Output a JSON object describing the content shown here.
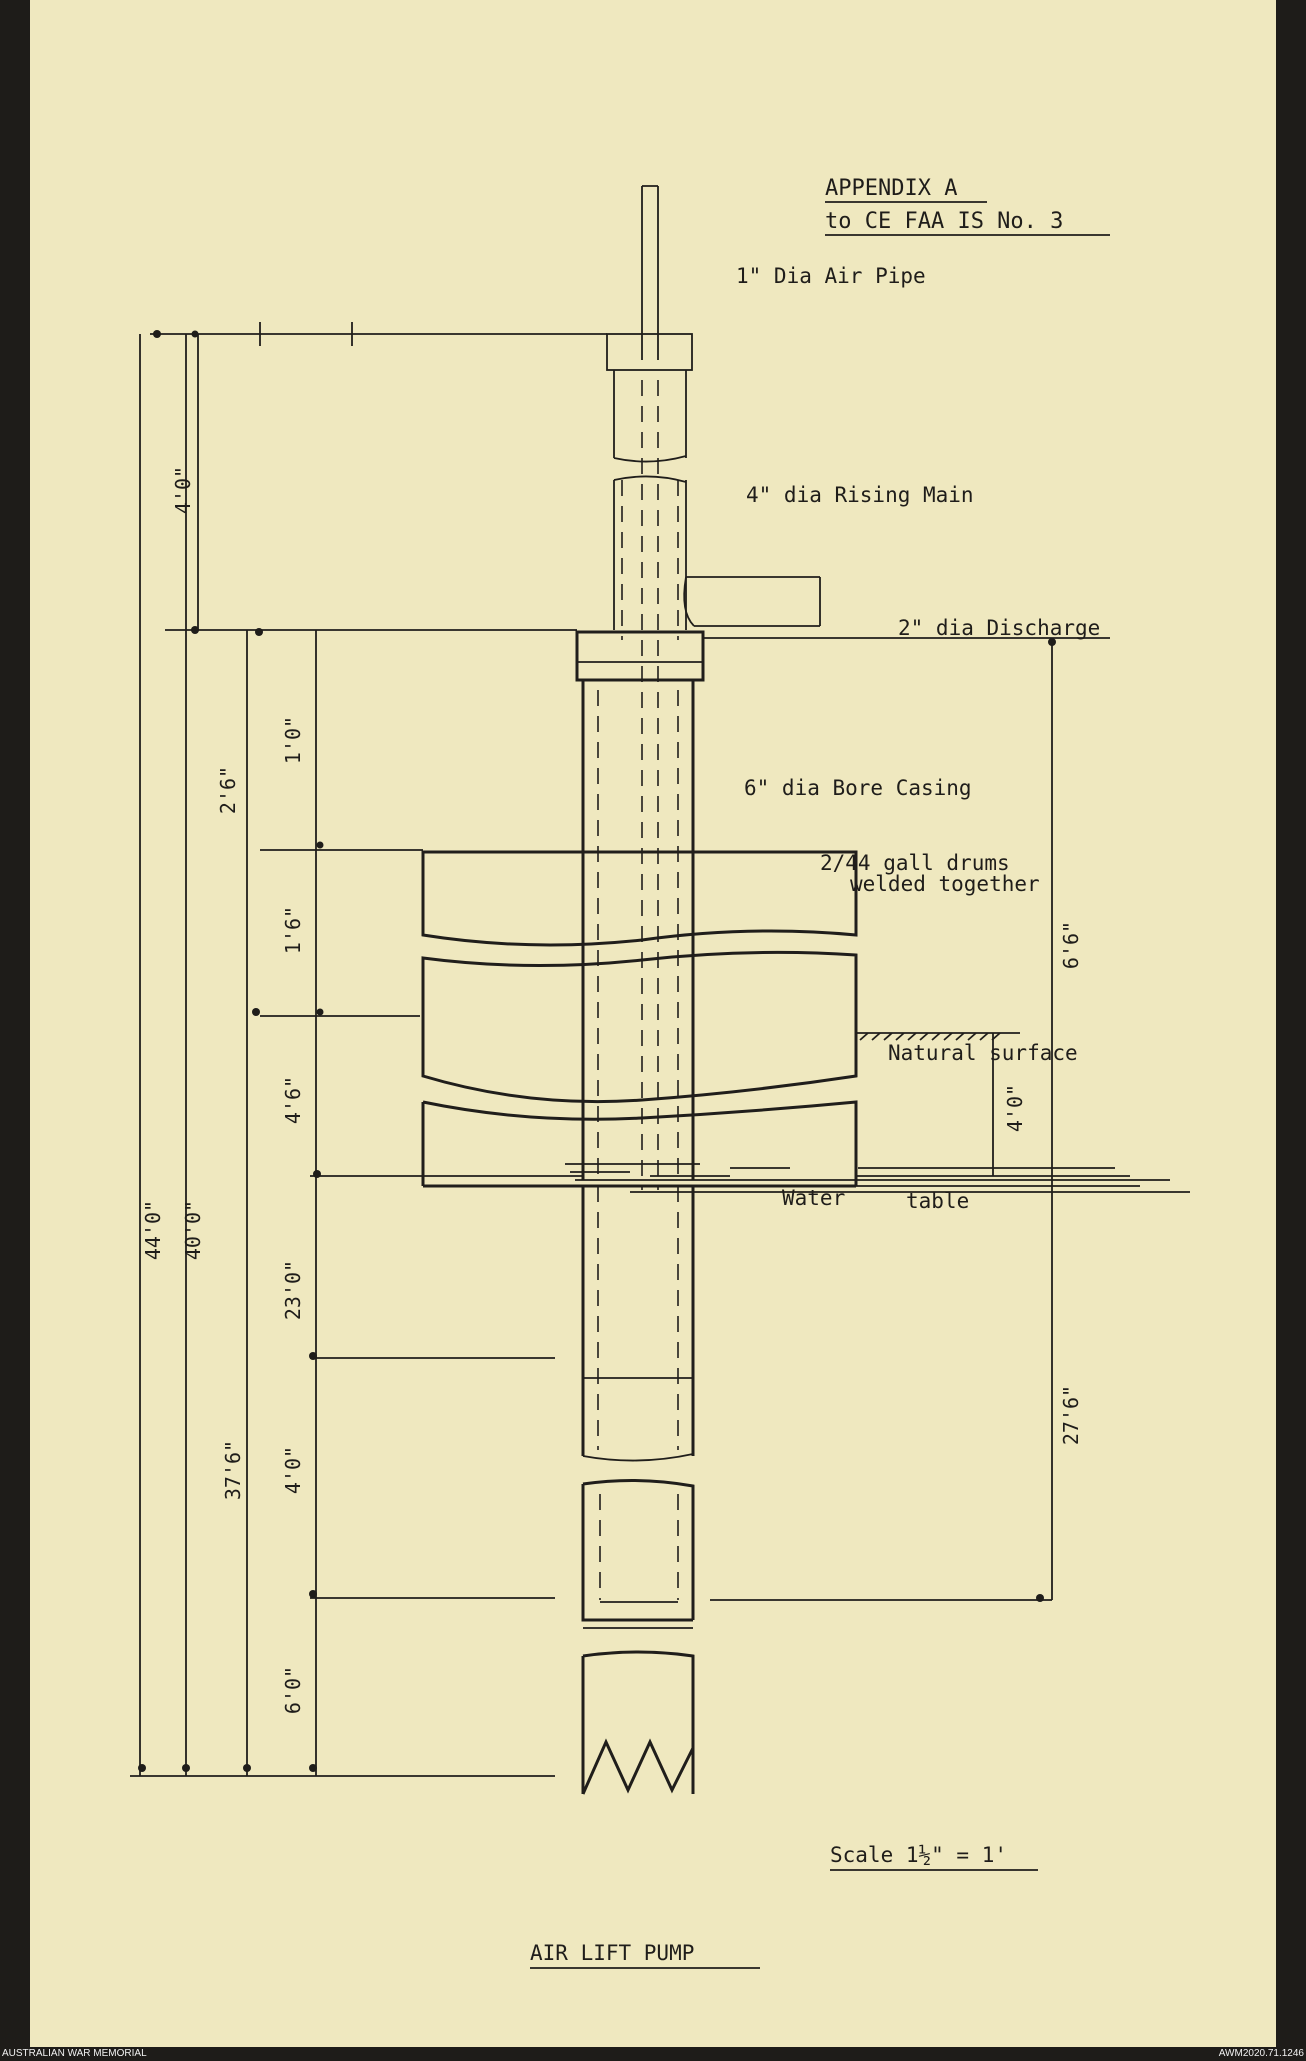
{
  "header": {
    "line1": "APPENDIX A",
    "line2": "to CE FAA IS No. 3"
  },
  "labels": {
    "air_pipe": "1\" Dia Air Pipe",
    "rising_main": "4\" dia Rising Main",
    "discharge": "2\" dia Discharge",
    "bore_casing": "6\" dia Bore Casing",
    "drums_line1": "2/44 gall drums",
    "drums_line2": "welded together",
    "natural_surface": "Natural surface",
    "water_table_1": "Water",
    "water_table_2": "table",
    "scale": "Scale 1½\" = 1'",
    "title": "AIR LIFT PUMP"
  },
  "dimensions": {
    "d_44": "44'0\"",
    "d_40": "40'0\"",
    "d_37_6": "37'6\"",
    "d_4_top": "4'0\"",
    "d_2_6": "2'6\"",
    "d_1_0": "1'0\"",
    "d_1_6": "1'6\"",
    "d_4_6": "4'6\"",
    "d_23": "23'0\"",
    "d_4_mid": "4'0\"",
    "d_6": "6'0\"",
    "d_6_6": "6'6\"",
    "d_4_water": "4'0\"",
    "d_27_6": "27'6\""
  },
  "footer": {
    "left": "AUSTRALIAN WAR MEMORIAL",
    "right": "AWM2020.71.1246"
  }
}
